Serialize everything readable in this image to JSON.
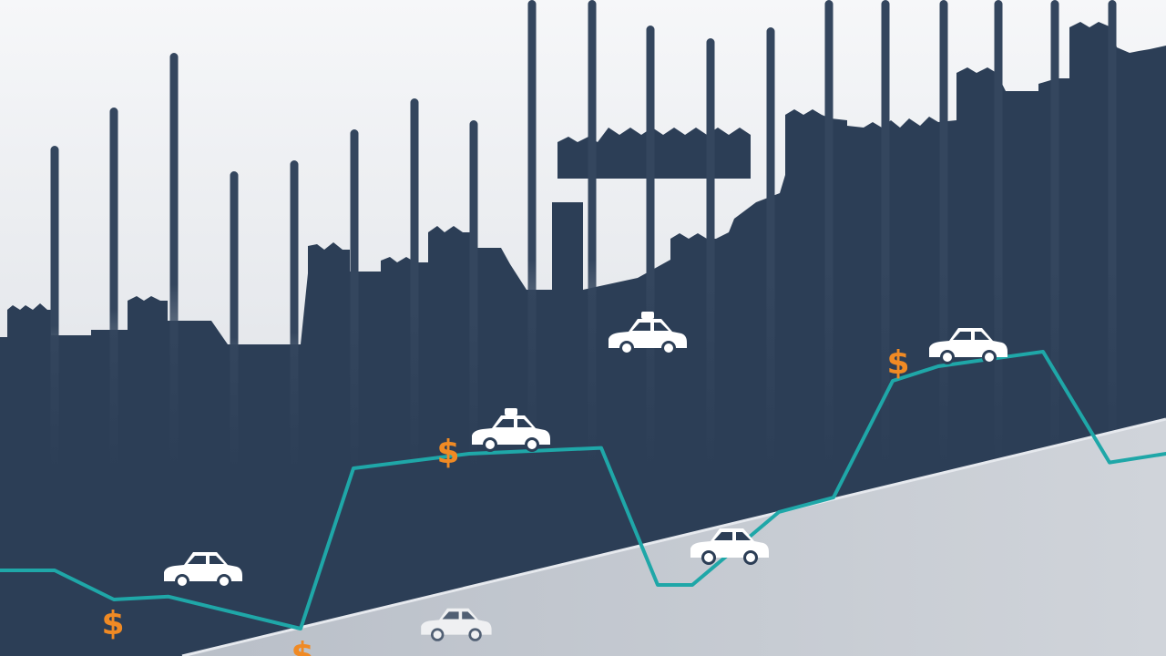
{
  "scene": {
    "description_colors": {
      "sky_top": "#f4f5f7",
      "sky_bottom": "#d7dbe1",
      "skyline": "#2c3e56",
      "chimney": "#34465e",
      "ground": "#c5cad2",
      "ground_edge": "#e6e9ee",
      "trend_line": "#1fa7a8",
      "dollar": "#f08a24",
      "car": "#ffffff",
      "car_detail": "#2c3e56"
    },
    "icons": [
      "car-icon",
      "taxi-icon",
      "dollar-sign-icon",
      "factory-icon",
      "chimney-icon"
    ],
    "dollar_symbol": "$",
    "trend_values": [
      0.2,
      0.2,
      0.1,
      0.11,
      0.0,
      0.55,
      0.6,
      0.62,
      0.15,
      0.15,
      0.4,
      0.45,
      0.85,
      0.9,
      0.95,
      0.57,
      0.6
    ]
  }
}
